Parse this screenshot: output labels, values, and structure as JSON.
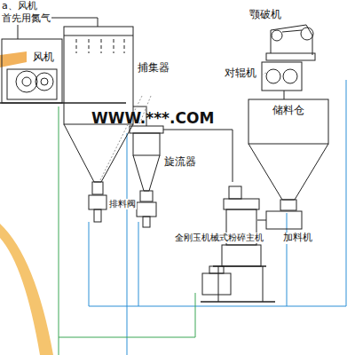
{
  "diagram": {
    "labels": [
      "a、风机",
      "首先用氮气",
      "风机",
      "捕集器",
      "颚破机",
      "对辊机",
      "储料仓",
      "旋流器",
      "WWW.***.COM",
      "排料阀",
      "全刚玉机械式粉碎主机",
      "加料机"
    ]
  }
}
